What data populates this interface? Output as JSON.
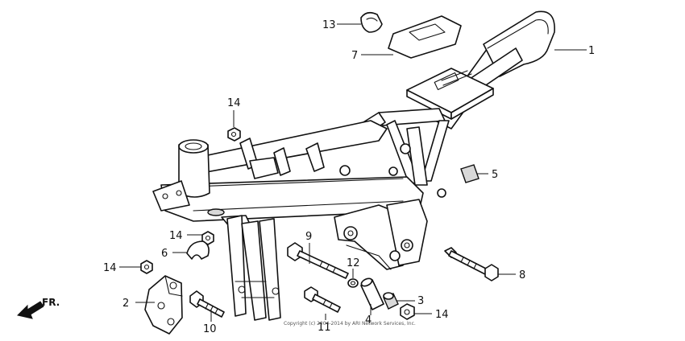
{
  "direction_label": "FR.",
  "callouts": {
    "c1": "1",
    "c2": "2",
    "c3": "3",
    "c4": "4",
    "c5": "5",
    "c6": "6",
    "c7": "7",
    "c8": "8",
    "c9": "9",
    "c10": "10",
    "c11": "11",
    "c12": "12",
    "c13": "13",
    "c14a": "14",
    "c14b": "14",
    "c14c": "14",
    "c14d": "14"
  },
  "copyright": "Copyright (c) 2004-2014 by ARI Network Services, Inc."
}
